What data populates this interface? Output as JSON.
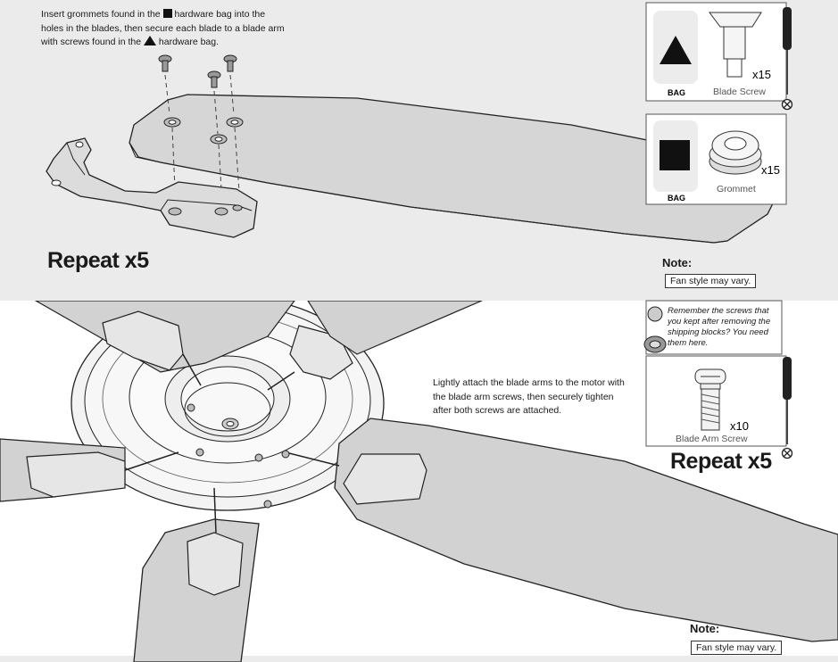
{
  "step_top": {
    "instruction_line1_a": "Insert grommets found in the",
    "instruction_line1_b": "hardware bag into the",
    "instruction_line2": "holes in the blades, then secure each blade to a blade arm",
    "instruction_line3_a": "with screws found in the",
    "instruction_line3_b": "hardware bag.",
    "repeat_label": "Repeat x5",
    "note_label": "Note:",
    "note_text": "Fan style may vary."
  },
  "hardware_top": [
    {
      "bag_label": "BAG",
      "bag_symbol": "triangle",
      "part_label": "Blade Screw",
      "quantity": "x15"
    },
    {
      "bag_label": "BAG",
      "bag_symbol": "square",
      "part_label": "Grommet",
      "quantity": "x15"
    }
  ],
  "step_bottom": {
    "reminder_text": [
      "Remember the screws that",
      "you kept after removing the",
      "shipping blocks? You need",
      "them here."
    ],
    "instruction": [
      "Lightly attach the blade arms to the motor with",
      "the blade arm screws, then securely tighten",
      "after both screws are attached."
    ],
    "hardware": {
      "part_label": "Blade Arm Screw",
      "quantity": "x10"
    },
    "repeat_label": "Repeat x5",
    "note_label": "Note:",
    "note_text": "Fan style may vary."
  },
  "icons": [
    "screwdriver-icon",
    "phillips-head-icon",
    "triangle-bag-icon",
    "square-bag-icon"
  ],
  "colors": {
    "panel_gray": "#ebebeb",
    "blade_gray": "#d2d2d2",
    "line": "#222222"
  }
}
